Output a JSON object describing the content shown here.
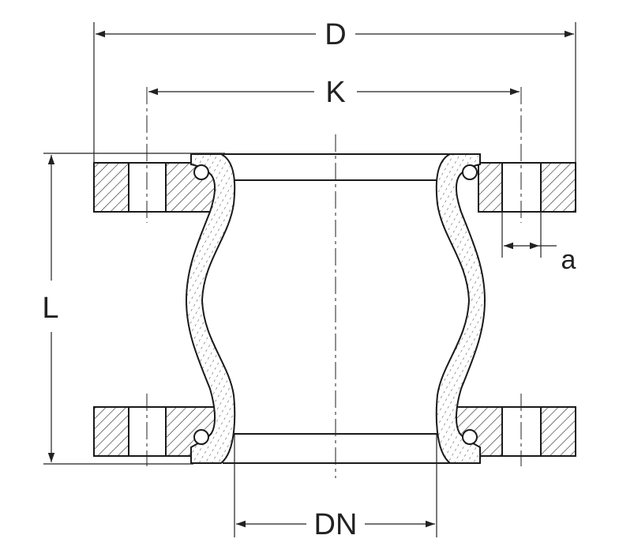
{
  "labels": {
    "D": "D",
    "K": "K",
    "L": "L",
    "a": "a",
    "DN": "DN"
  },
  "colors": {
    "line": "#1a1a1a",
    "hatch": "#333333",
    "background": "#ffffff"
  }
}
